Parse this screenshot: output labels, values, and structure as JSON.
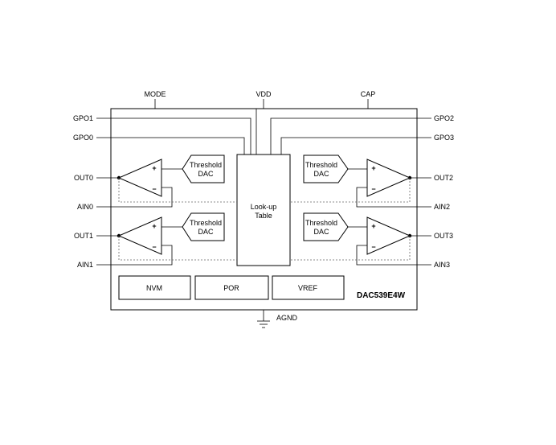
{
  "pins": {
    "mode": "MODE",
    "vdd": "VDD",
    "cap": "CAP",
    "gpo1": "GPO1",
    "gpo0": "GPO0",
    "gpo2": "GPO2",
    "gpo3": "GPO3",
    "out0": "OUT0",
    "ain0": "AIN0",
    "out1": "OUT1",
    "ain1": "AIN1",
    "out2": "OUT2",
    "ain2": "AIN2",
    "out3": "OUT3",
    "ain3": "AIN3",
    "agnd": "AGND"
  },
  "blocks": {
    "threshold_line1": "Threshold",
    "threshold_line2": "DAC",
    "lut_line1": "Look-up",
    "lut_line2": "Table",
    "nvm": "NVM",
    "por": "POR",
    "vref": "VREF"
  },
  "amp": {
    "plus": "+",
    "minus": "−"
  },
  "part_number": "DAC539E4W"
}
